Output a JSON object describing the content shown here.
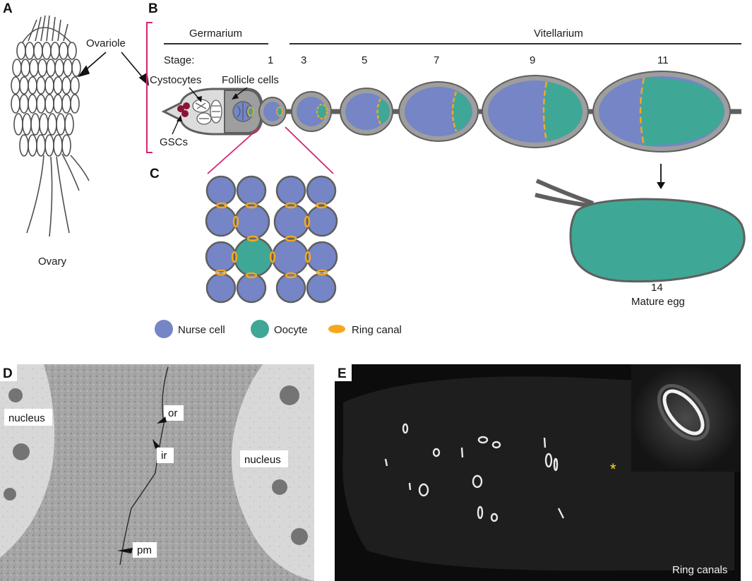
{
  "panels": {
    "a": "A",
    "b": "B",
    "c": "C",
    "d": "D",
    "e": "E"
  },
  "panel_a": {
    "ovariole": "Ovariole",
    "ovary": "Ovary"
  },
  "panel_b": {
    "germarium": "Germarium",
    "vitellarium": "Vitellarium",
    "stage_label": "Stage:",
    "stages": [
      "1",
      "3",
      "5",
      "7",
      "9",
      "11"
    ],
    "cystocytes": "Cystocytes",
    "follicle_cells": "Follicle cells",
    "gscs": "GSCs",
    "mature_stage": "14",
    "mature_egg": "Mature egg"
  },
  "legend": {
    "nurse_cell": "Nurse cell",
    "oocyte": "Oocyte",
    "ring_canal": "Ring canal"
  },
  "panel_d": {
    "nucleus_left": "nucleus",
    "nucleus_right": "nucleus",
    "or": "or",
    "ir": "ir",
    "pm": "pm"
  },
  "panel_e": {
    "caption": "Ring canals",
    "asterisk": "*"
  },
  "colors": {
    "nurse_cell": "#7585c6",
    "oocyte": "#3fa796",
    "ring_canal": "#f4a81d",
    "follicle": "#9e9e9e",
    "outline": "#5f5f5f",
    "bracket": "#d4246f"
  }
}
